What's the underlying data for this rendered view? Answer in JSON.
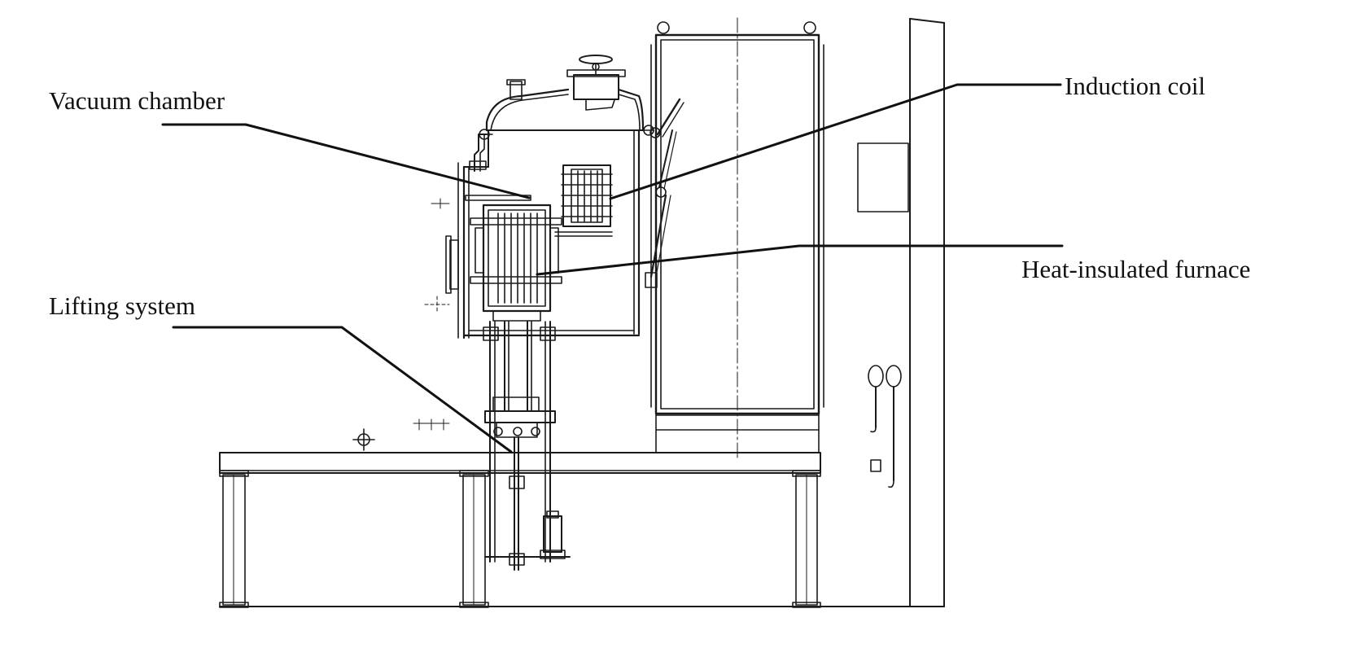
{
  "labels": {
    "vacuum_chamber": "Vacuum chamber",
    "induction_coil": "Induction coil",
    "heat_insulated_furnace": "Heat-insulated furnace",
    "lifting_system": "Lifting system"
  },
  "colors": {
    "line": "#1a1a1a",
    "thin_line": "#333333",
    "background": "#ffffff"
  }
}
